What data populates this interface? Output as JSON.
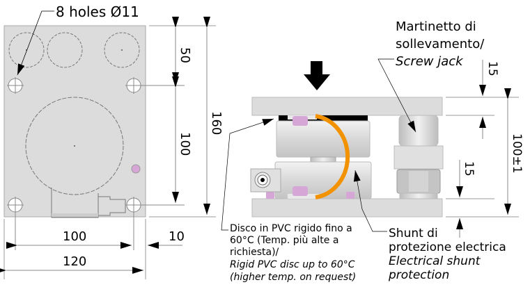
{
  "top_view": {
    "holes_label": "8 holes Ø11",
    "dim_50": "50",
    "dim_100_vertical": "100",
    "dim_160": "160",
    "dim_100_horizontal": "100",
    "dim_10": "10",
    "dim_120": "120"
  },
  "side_view": {
    "screw_jack_label": {
      "line1": "Martinetto di",
      "line2": "sollevamento/",
      "line3": "Screw jack"
    },
    "dim_15_top": "15",
    "dim_15_bottom": "15",
    "dim_100pm1": "100±1",
    "pvc_disc_label": {
      "line1": "Disco in PVC rigido fino a",
      "line2": "60°C (Temp. più alte a",
      "line3": "richiesta)/",
      "line4": "Rigid PVC disc up to 60°C",
      "line5": "(higher temp. on request)"
    },
    "shunt_label": {
      "line1": "Shunt di",
      "line2": "protezione electrica",
      "line3": "Electrical shunt",
      "line4": "protection"
    }
  },
  "colors": {
    "plate": "#dcdcdc",
    "shunt": "#f39200",
    "bolt": "#d6a6d6",
    "outline": "#666666"
  }
}
